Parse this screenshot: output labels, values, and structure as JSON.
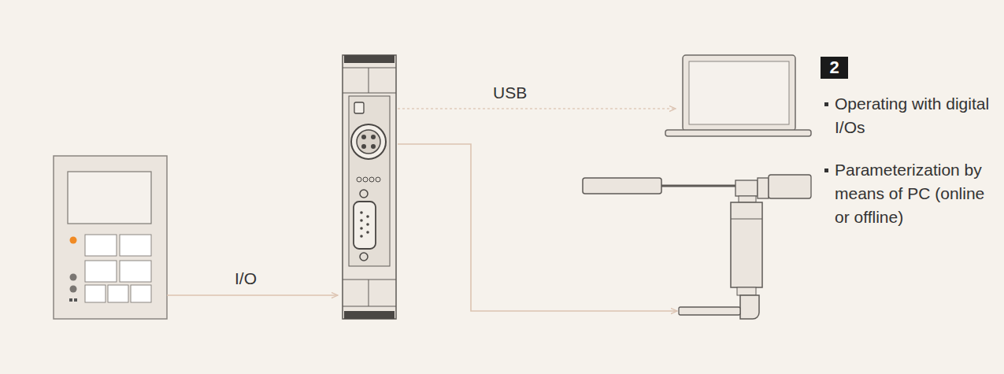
{
  "diagram": {
    "nodes": [
      {
        "text": [
          "2"
        ]
      }
    ],
    "edges": [],
    "labels": [
      "USB",
      "I/O",
      "Operating with digital I/Os",
      "Parameterization by means of PC (online or offline)"
    ]
  }
}
